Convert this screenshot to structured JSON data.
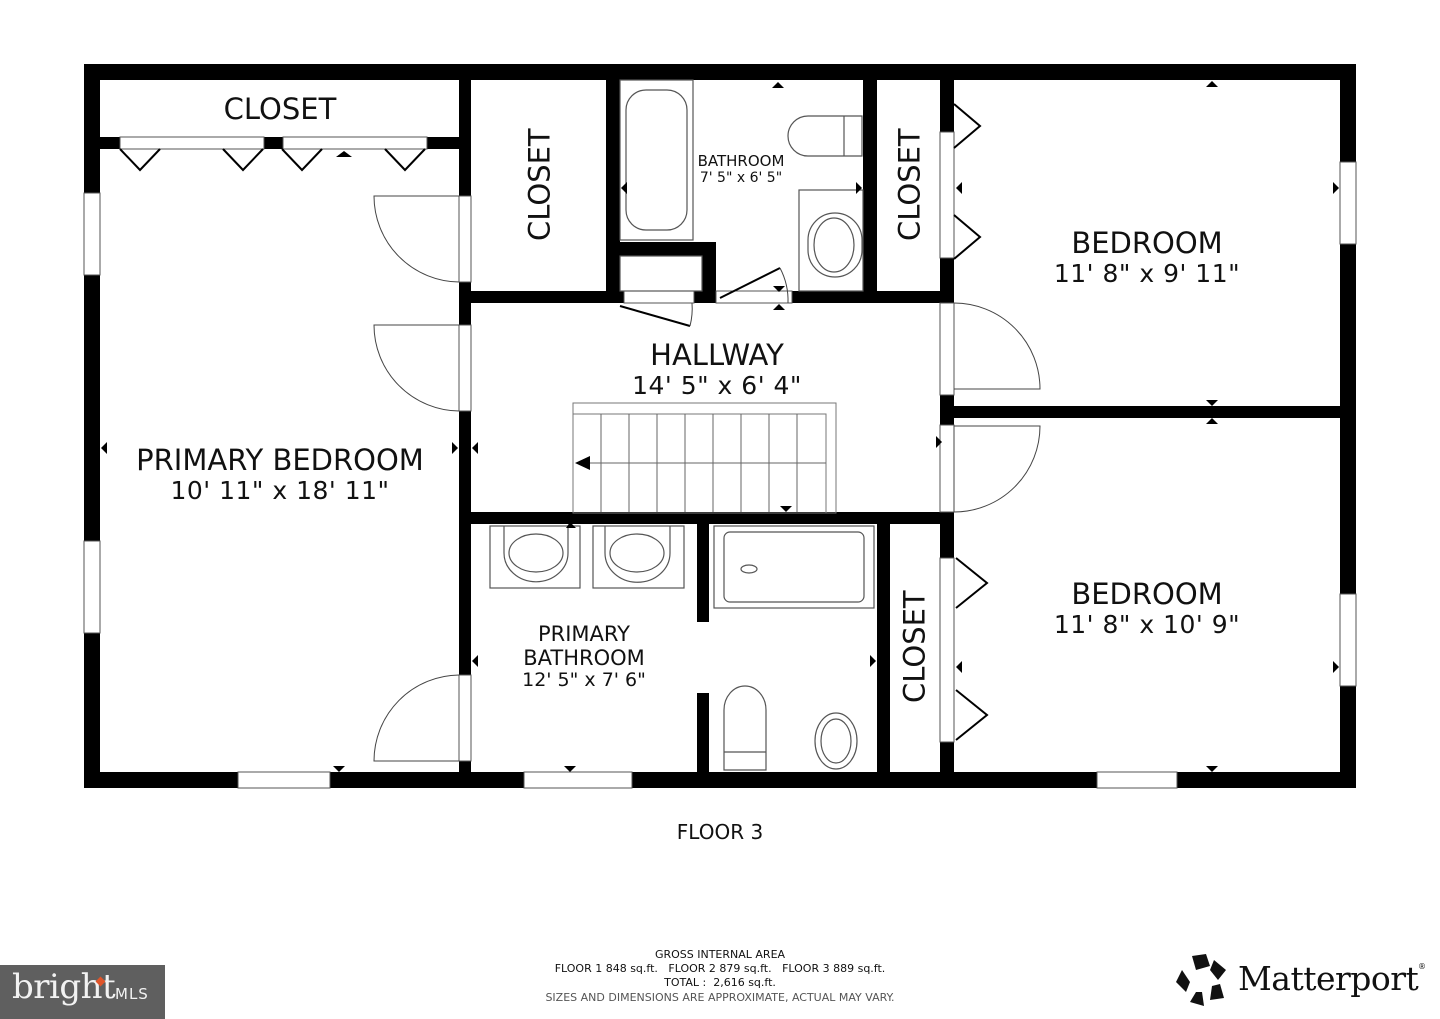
{
  "floor_plan": {
    "floor_title": "FLOOR 3",
    "rooms": [
      {
        "id": "closet-top-left",
        "name": "CLOSET",
        "dimensions": ""
      },
      {
        "id": "closet-top-middle",
        "name": "CLOSET",
        "dimensions": ""
      },
      {
        "id": "bathroom",
        "name": "BATHROOM",
        "dimensions": "7' 5\" x 6' 5\""
      },
      {
        "id": "closet-top-right",
        "name": "CLOSET",
        "dimensions": ""
      },
      {
        "id": "bedroom-1",
        "name": "BEDROOM",
        "dimensions": "11' 8\" x 9' 11\""
      },
      {
        "id": "hallway",
        "name": "HALLWAY",
        "dimensions": "14' 5\" x 6' 4\""
      },
      {
        "id": "primary-bedroom",
        "name": "PRIMARY BEDROOM",
        "dimensions": "10' 11\" x 18' 11\""
      },
      {
        "id": "primary-bathroom",
        "name_line1": "PRIMARY",
        "name_line2": "BATHROOM",
        "dimensions": "12' 5\" x 7' 6\""
      },
      {
        "id": "closet-bottom",
        "name": "CLOSET",
        "dimensions": ""
      },
      {
        "id": "bedroom-2",
        "name": "BEDROOM",
        "dimensions": "11' 8\" x 10' 9\""
      }
    ]
  },
  "gross_internal_area": {
    "heading": "GROSS INTERNAL AREA",
    "floors_line": "FLOOR 1 848 sq.ft.   FLOOR 2 879 sq.ft.   FLOOR 3 889 sq.ft.",
    "total_line": "TOTAL :  2,616 sq.ft.",
    "disclaimer": "SIZES AND DIMENSIONS ARE APPROXIMATE, ACTUAL MAY VARY."
  },
  "branding": {
    "left_logo_word": "bright",
    "left_logo_suffix": "MLS",
    "right_logo_word": "Matterport",
    "right_logo_mark": "®",
    "colors": {
      "bright_bg": "#5f5f5f",
      "bright_accent": "#e0552a",
      "wall": "#000000"
    }
  }
}
